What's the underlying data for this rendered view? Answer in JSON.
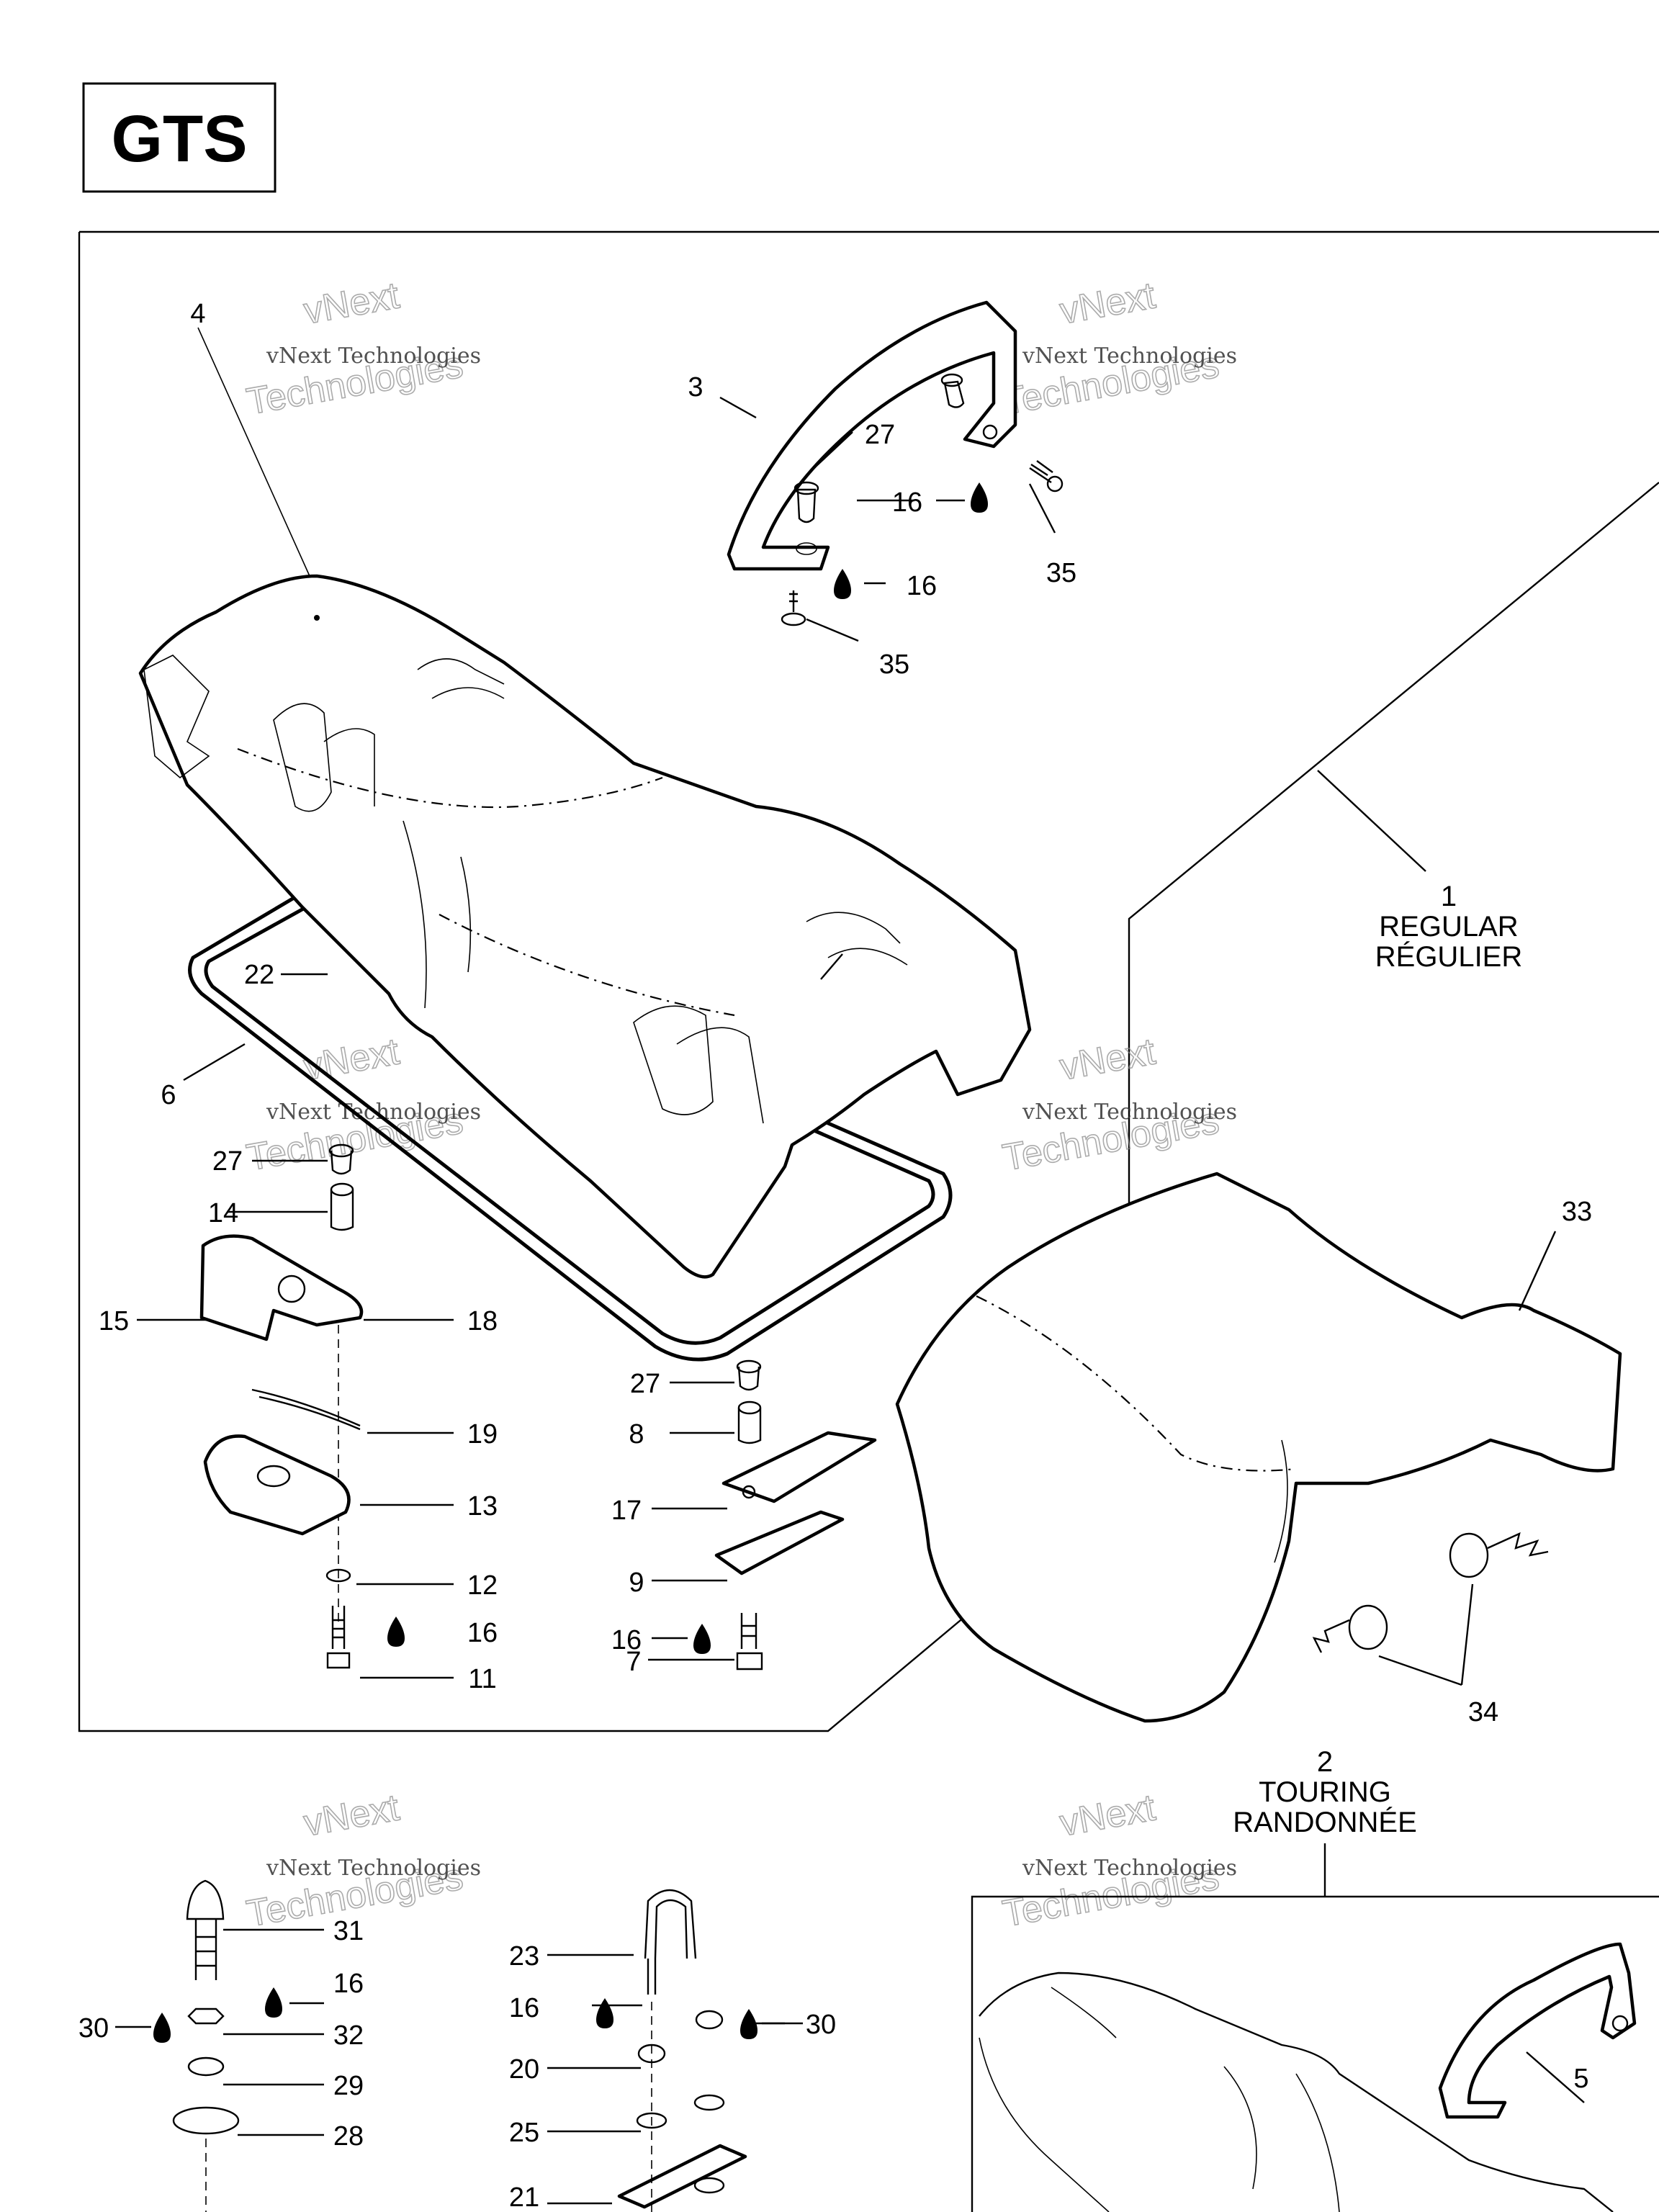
{
  "model_badge": "GTS",
  "watermark": {
    "line1": "vNext Technologies",
    "line2": "vNext",
    "line3": "Technologies"
  },
  "groups": {
    "regular": {
      "number": "1",
      "label_en": "REGULAR",
      "label_fr": "RÉGULIER"
    },
    "touring": {
      "number": "2",
      "label_en": "TOURING",
      "label_fr": "RANDONNÉE"
    }
  },
  "callouts": [
    "3",
    "4",
    "27",
    "16",
    "35",
    "16",
    "35",
    "22",
    "6",
    "27",
    "14",
    "15",
    "18",
    "19",
    "13",
    "12",
    "16",
    "11",
    "27",
    "8",
    "17",
    "9",
    "16",
    "7",
    "33",
    "34",
    "31",
    "16",
    "30",
    "32",
    "29",
    "28",
    "23",
    "16",
    "30",
    "20",
    "25",
    "21",
    "5"
  ],
  "fluid_icon": "oil-drop-icon"
}
